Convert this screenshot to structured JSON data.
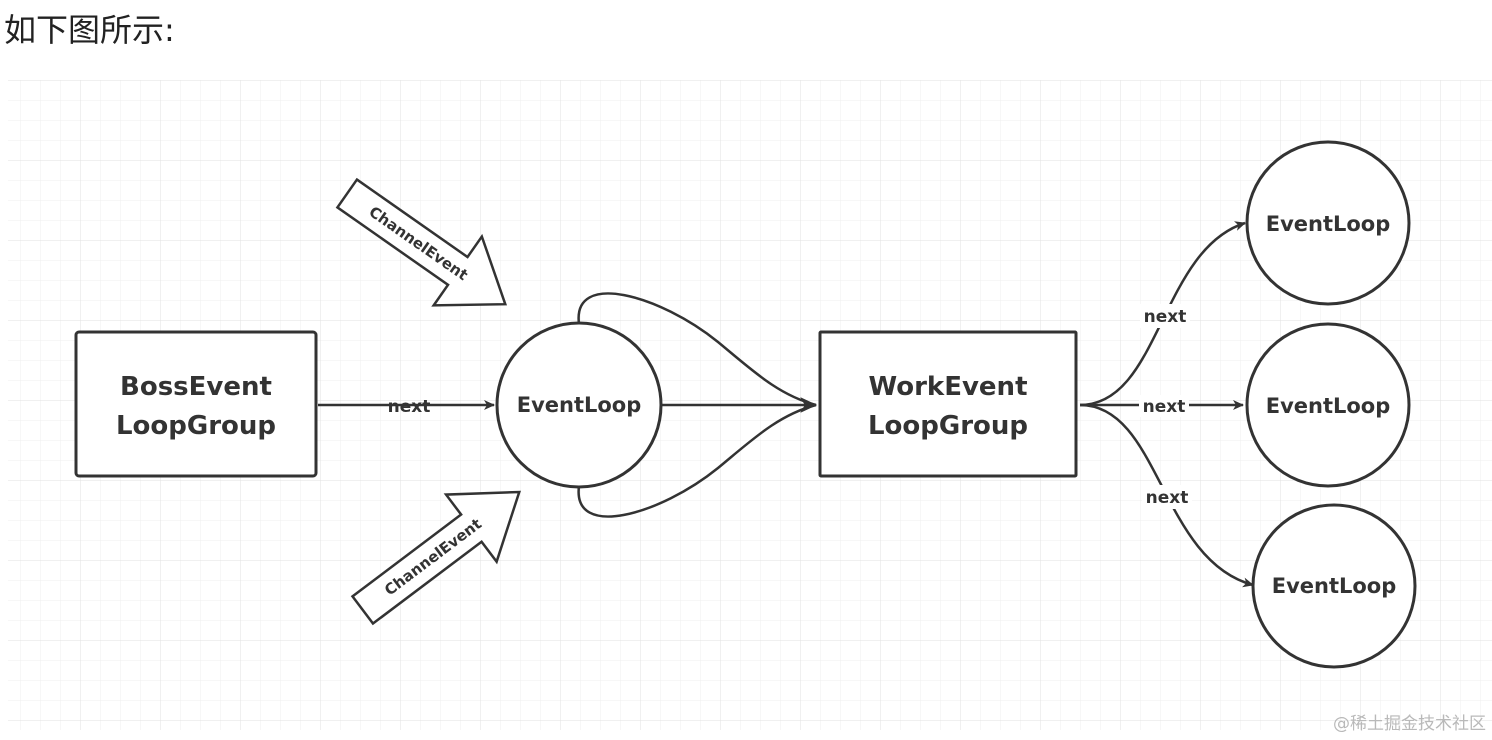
{
  "intro_text": "如下图所示:",
  "diagram": {
    "boss_group": {
      "line1": "BossEvent",
      "line2": "LoopGroup"
    },
    "work_group": {
      "line1": "WorkEvent",
      "line2": "LoopGroup"
    },
    "event_loop_center": "EventLoop",
    "event_loops_right": [
      "EventLoop",
      "EventLoop",
      "EventLoop"
    ],
    "edge_labels": {
      "boss_to_loop": "next",
      "work_to_top": "next",
      "work_to_mid": "next",
      "work_to_bottom": "next"
    },
    "channel_event_top": "ChannelEvent",
    "channel_event_bottom": "ChannelEvent"
  },
  "watermark": "@稀土掘金技术社区",
  "colors": {
    "stroke": "#333333",
    "grid": "#e6e6e6",
    "text": "#333333",
    "watermark": "#b9b9b9"
  }
}
